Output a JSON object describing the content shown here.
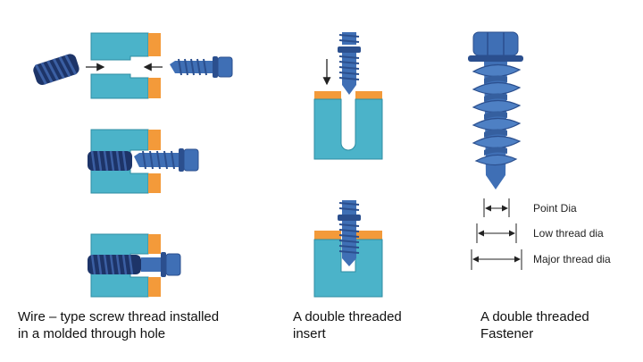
{
  "colors": {
    "block": "#4bb3c9",
    "block_stroke": "#2f8ea3",
    "insert": "#f39a3a",
    "screw": "#3f6fb5",
    "screw_dark": "#2b4f8e",
    "coil": "#1d3468",
    "coil_light": "#3b5fa3"
  },
  "icons": [
    "arrow-icon"
  ],
  "captions": {
    "left": {
      "line1": "Wire – type screw thread installed",
      "line2": "in a molded through hole"
    },
    "middle": {
      "line1": "A double threaded",
      "line2": "insert"
    },
    "right": {
      "line1": "A double threaded",
      "line2": "Fastener"
    }
  },
  "dimensions": {
    "point": "Point Dia",
    "low": "Low thread dia",
    "major": "Major thread dia"
  }
}
